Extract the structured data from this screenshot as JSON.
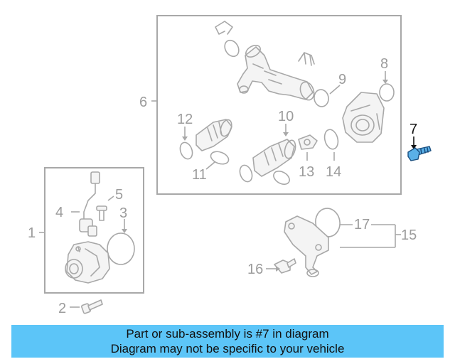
{
  "diagram": {
    "highlight_color": "#5ab0e8",
    "line_color": "#a8a8a8",
    "callouts": {
      "c1": "1",
      "c2": "2",
      "c3": "3",
      "c4": "4",
      "c5": "5",
      "c6": "6",
      "c7": "7",
      "c8": "8",
      "c9": "9",
      "c10": "10",
      "c11": "11",
      "c12": "12",
      "c13": "13",
      "c14": "14",
      "c15": "15",
      "c16": "16",
      "c17": "17"
    },
    "highlighted_part": "7"
  },
  "caption": {
    "line1": "Part or sub-assembly is #7 in diagram",
    "line2": "Diagram may not be specific to your vehicle",
    "background": "#5cc5f8"
  }
}
